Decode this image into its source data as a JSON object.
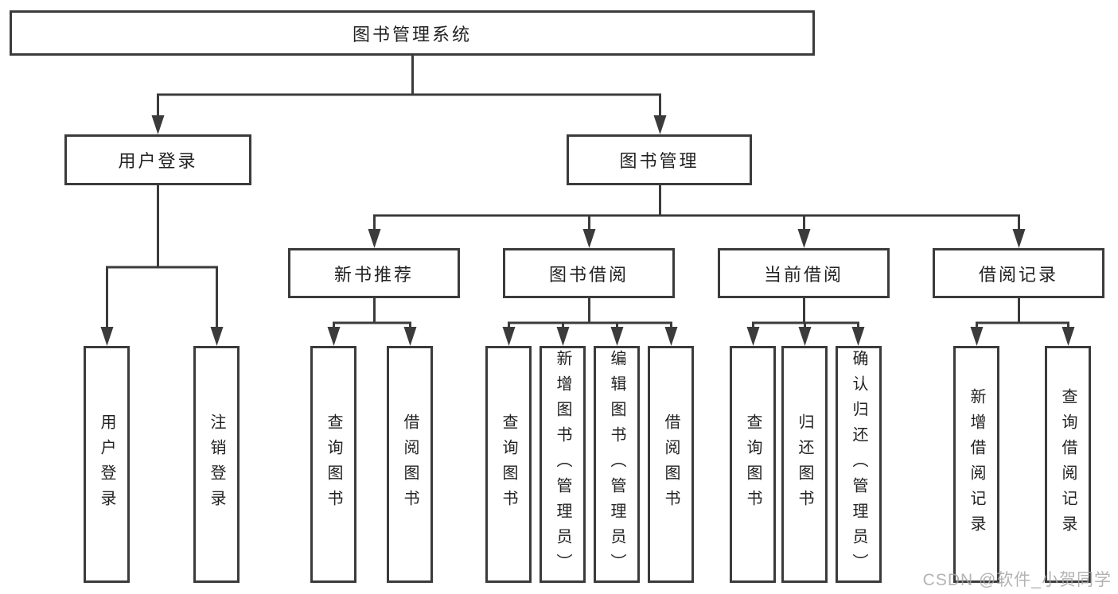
{
  "diagram": {
    "tree": {
      "label": "图书管理系统",
      "children": [
        {
          "label": "用户登录",
          "children": [
            {
              "label": "用户登录"
            },
            {
              "label": "注销登录"
            }
          ]
        },
        {
          "label": "图书管理",
          "children": [
            {
              "label": "新书推荐",
              "children": [
                {
                  "label": "查询图书"
                },
                {
                  "label": "借阅图书"
                }
              ]
            },
            {
              "label": "图书借阅",
              "children": [
                {
                  "label": "查询图书"
                },
                {
                  "label": "新增图书（管理员）"
                },
                {
                  "label": "编辑图书（管理员）"
                },
                {
                  "label": "借阅图书"
                }
              ]
            },
            {
              "label": "当前借阅",
              "children": [
                {
                  "label": "查询图书"
                },
                {
                  "label": "归还图书"
                },
                {
                  "label": "确认归还（管理员）"
                }
              ]
            },
            {
              "label": "借阅记录",
              "children": [
                {
                  "label": "新增借阅记录"
                },
                {
                  "label": "查询借阅记录"
                }
              ]
            }
          ]
        }
      ]
    },
    "colors": {
      "line": "#3b3b3b",
      "box_border": "#3b3b3b",
      "text": "#222222",
      "background": "#ffffff",
      "watermark": "#a6a6a6"
    }
  },
  "watermark": {
    "text": "CSDN @软件_小贺同学"
  }
}
